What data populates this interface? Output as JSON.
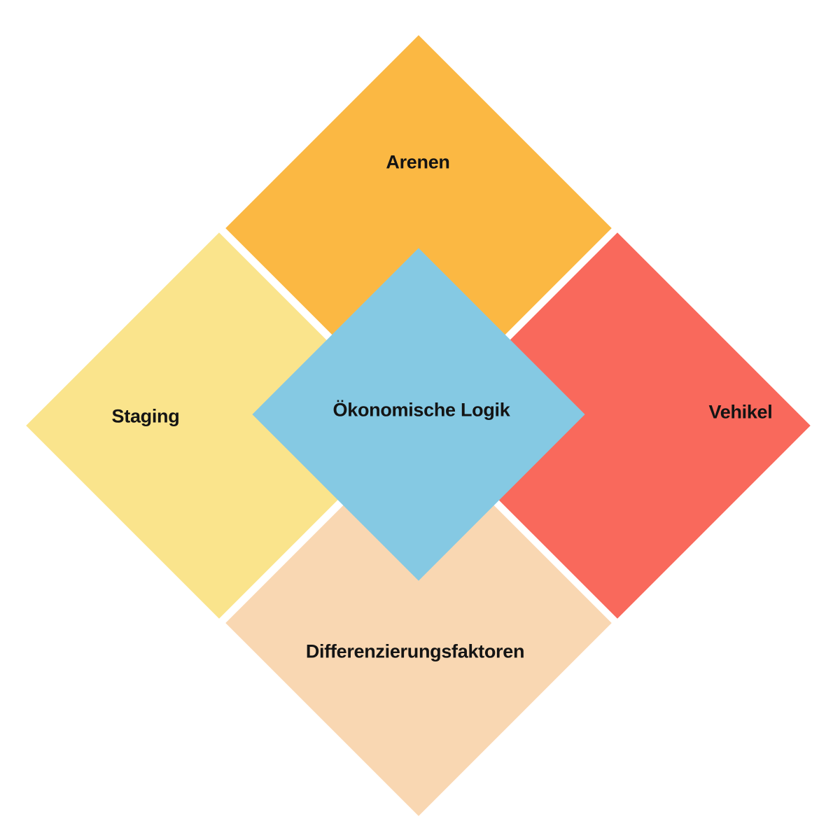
{
  "diagram": {
    "type": "strategy-diamond",
    "background_color": "#FFFFFF",
    "text_color": "#141414",
    "nodes": [
      {
        "id": "arenen",
        "position": "top",
        "label": "Arenen",
        "color": "#FBB843"
      },
      {
        "id": "staging",
        "position": "left",
        "label": "Staging",
        "color": "#FAE48C"
      },
      {
        "id": "vehikel",
        "position": "right",
        "label": "Vehikel",
        "color": "#F9695C"
      },
      {
        "id": "differenzierungsfaktoren",
        "position": "bottom",
        "label": "Differenzierungsfaktoren",
        "color": "#F9D7B2"
      },
      {
        "id": "oekonomische-logik",
        "position": "center",
        "label": "Ökonomische Logik",
        "color": "#85C9E3"
      }
    ]
  }
}
